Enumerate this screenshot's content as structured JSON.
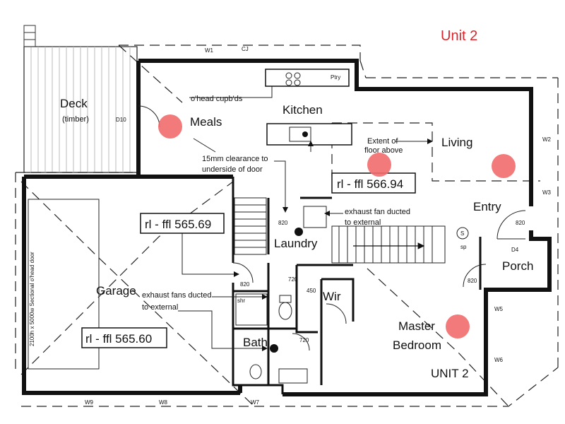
{
  "title": "Unit 2",
  "colors": {
    "title": "#d9262c",
    "marker": "#f26b6b",
    "ink": "#111111"
  },
  "rooms": {
    "deck": "Deck",
    "deck_sub": "(timber)",
    "meals": "Meals",
    "kitchen": "Kitchen",
    "living": "Living",
    "entry": "Entry",
    "laundry": "Laundry",
    "garage": "Garage",
    "porch": "Porch",
    "bath": "Bath",
    "wir": "Wir",
    "master": "Master",
    "bedroom": "Bedroom",
    "unit_label": "UNIT 2"
  },
  "levels": {
    "living": "rl - ffl 566.94",
    "landing": "rl - ffl 565.69",
    "garage": "rl - ffl 565.60"
  },
  "notes": {
    "ohead": "o'head cupb'ds",
    "extent1": "Extent of",
    "extent2": "floor above",
    "clearance1": "15mm clearance to",
    "clearance2": "underside of door",
    "exhaust1_a": "exhaust fan ducted",
    "exhaust1_b": "to external",
    "exhaust2_a": "exhaust fans ducted",
    "exhaust2_b": "to external",
    "garage_door": "2100h x 5000w Sectional o'head door",
    "pantry": "Ptry",
    "shower": "shr"
  },
  "tags": {
    "w1": "W1",
    "w2": "W2",
    "w3": "W3",
    "w5": "W5",
    "w6": "W6",
    "w7": "W7",
    "w8": "W8",
    "w9": "W9",
    "d4": "D4",
    "d10": "D10",
    "cj": "CJ",
    "s": "S",
    "sp": "sp",
    "d820a": "820",
    "d820b": "820",
    "d820c": "820",
    "d820d": "820",
    "d720": "720",
    "d450": "450",
    "d720b": "720"
  },
  "markers": [
    "bedroom-1",
    "bedroom-2",
    "bedroom-3",
    "bedroom-4"
  ]
}
